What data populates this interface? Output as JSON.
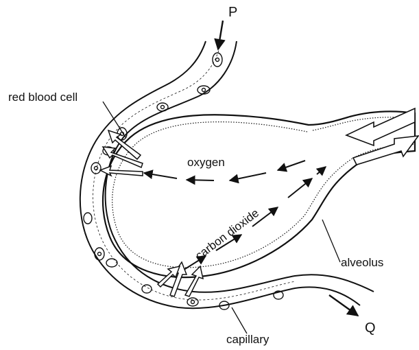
{
  "labels": {
    "p": "P",
    "q": "Q",
    "red_blood_cell": "red blood cell",
    "oxygen": "oxygen",
    "carbon_dioxide": "carbon dioxide",
    "alveolus": "alveolus",
    "capillary": "capillary"
  },
  "colors": {
    "ink": "#111111",
    "background": "#ffffff"
  }
}
